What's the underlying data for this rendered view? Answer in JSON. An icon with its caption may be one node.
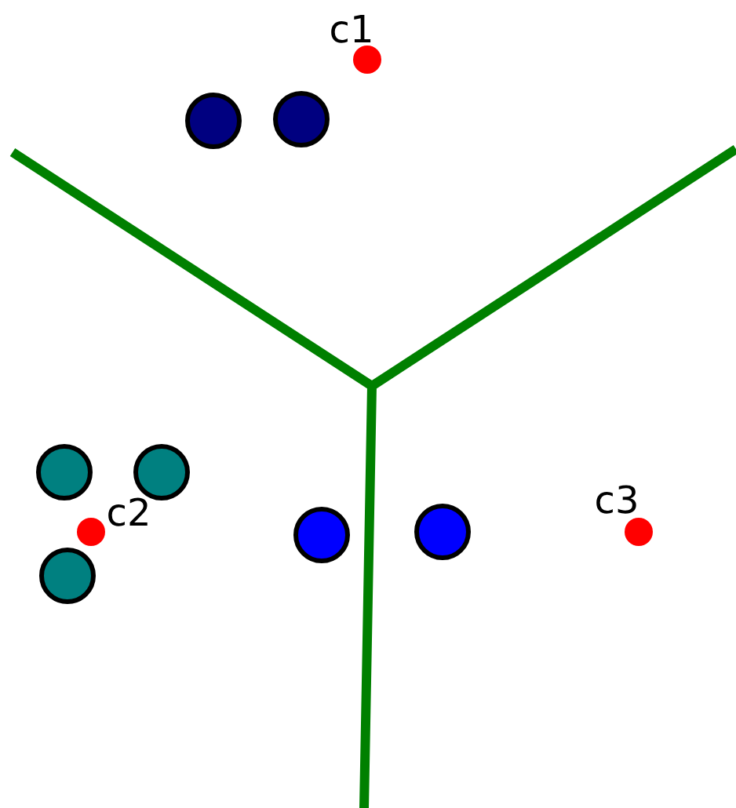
{
  "diagram": {
    "labels": [
      "c1",
      "c2",
      "c3"
    ]
  }
}
